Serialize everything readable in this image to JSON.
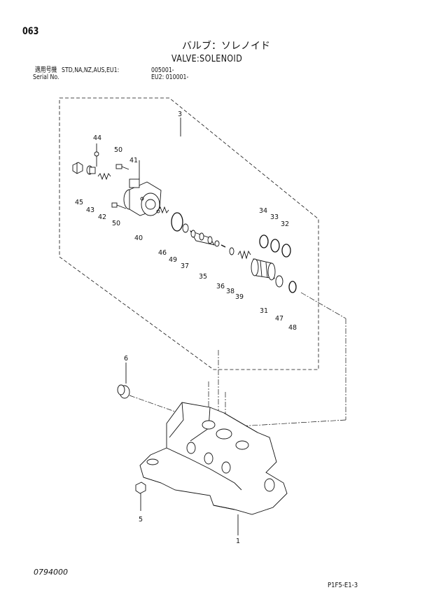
{
  "header": {
    "page_number": "063",
    "title_jp": "バルブ：ソレノイド",
    "title_en": "VALVE:SOLENOID"
  },
  "applicability": {
    "label_jp": "適用号機",
    "models": "STD,NA,NZ,AUS,EU1:",
    "eu1_serial": "005001-",
    "serial_label": "Serial No.",
    "eu2_serial": "EU2: 010001-"
  },
  "callouts": [
    "3",
    "44",
    "50",
    "41",
    "45",
    "43",
    "42",
    "50",
    "40",
    "46",
    "49",
    "37",
    "35",
    "36",
    "38",
    "39",
    "34",
    "33",
    "32",
    "31",
    "47",
    "48",
    "6",
    "5",
    "1"
  ],
  "footer": {
    "drawing_code": "0794000",
    "page_ref": "P1F5-E1-3"
  }
}
